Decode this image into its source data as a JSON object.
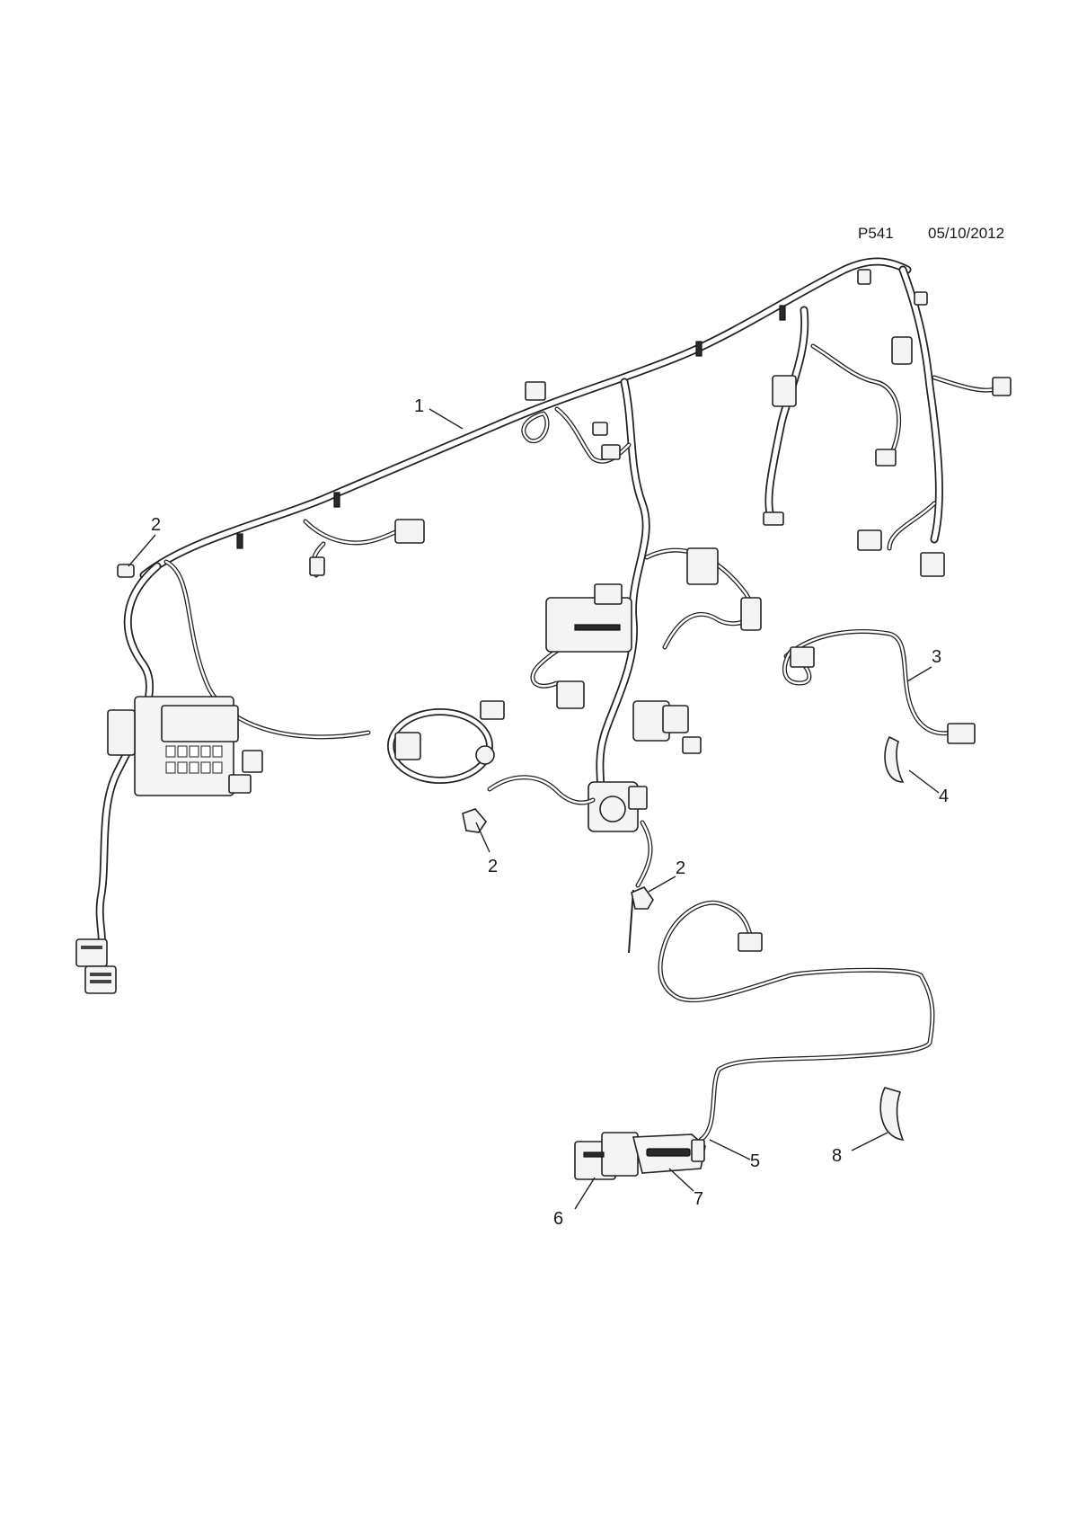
{
  "header": {
    "plate_code": "P541",
    "date": "05/10/2012"
  },
  "callouts": [
    {
      "id": "callout-1",
      "text": "1"
    },
    {
      "id": "callout-2a",
      "text": "2"
    },
    {
      "id": "callout-2b",
      "text": "2"
    },
    {
      "id": "callout-2c",
      "text": "2"
    },
    {
      "id": "callout-3",
      "text": "3"
    },
    {
      "id": "callout-4",
      "text": "4"
    },
    {
      "id": "callout-5",
      "text": "5"
    },
    {
      "id": "callout-6",
      "text": "6"
    },
    {
      "id": "callout-7",
      "text": "7"
    },
    {
      "id": "callout-8",
      "text": "8"
    }
  ]
}
